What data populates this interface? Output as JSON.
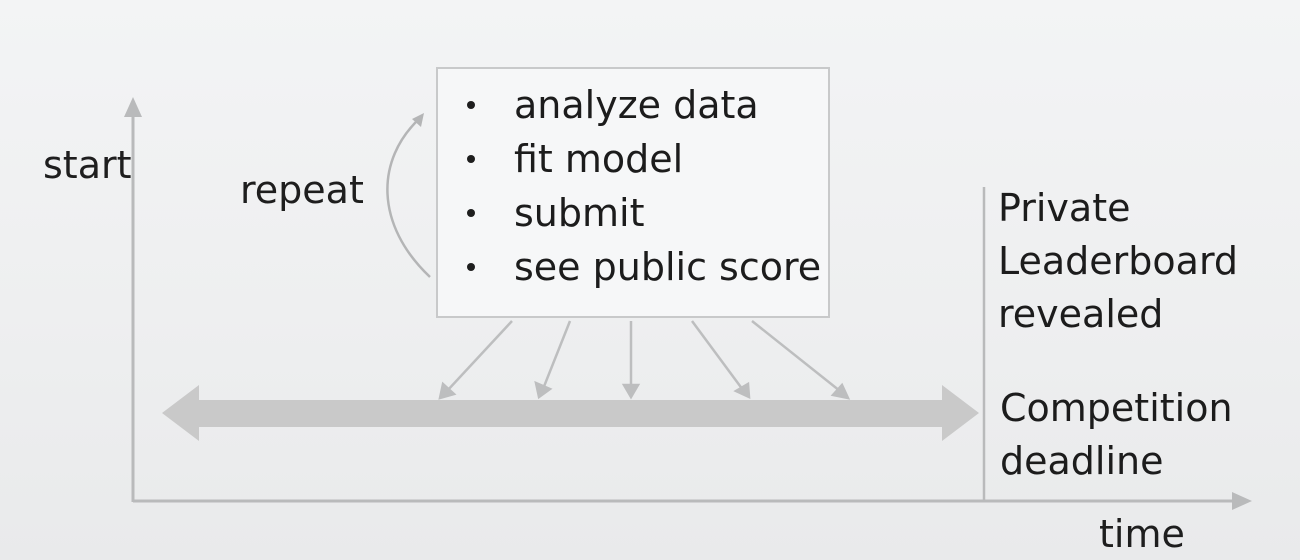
{
  "axes": {
    "y_label": "start",
    "x_label": "time"
  },
  "loop": {
    "label": "repeat"
  },
  "steps": [
    "analyze data",
    "fit model",
    "submit",
    "see public score"
  ],
  "milestones": {
    "private_leaderboard": [
      "Private",
      "Leaderboard",
      "revealed"
    ],
    "competition_deadline": [
      "Competition",
      "deadline"
    ]
  },
  "colors": {
    "axis": "#b9babb",
    "timeline": "#c9c9c9",
    "box_border": "#c8c9ca",
    "text": "#1e1e1e"
  }
}
